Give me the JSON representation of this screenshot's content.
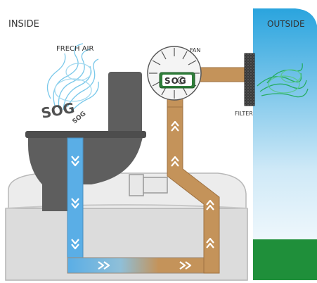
{
  "labels": {
    "inside": "INSIDE",
    "outside": "OUTSIDE",
    "fresh_air": "FRECH AIR",
    "fan": "FAN",
    "filter": "FILTER",
    "fan_logo": "SOG",
    "bowl_logo_large": "SOG",
    "bowl_logo_small": "SOG"
  },
  "colors": {
    "outside_sky_top": "#2aa4de",
    "outside_sky_bottom": "#e6f4fb",
    "grass": "#1f8f3a",
    "toilet": "#5e5e5e",
    "tank_body": "#dcdcdc",
    "pipe_blue": "#5aaee6",
    "pipe_brown": "#c4935a",
    "fresh_air_swirl": "#6cc3e8",
    "outside_swirl": "#1eaa55"
  },
  "icons": {
    "fan": "fan-icon",
    "filter": "filter-icon",
    "flow_arrow": "chevron-arrow-icon"
  }
}
